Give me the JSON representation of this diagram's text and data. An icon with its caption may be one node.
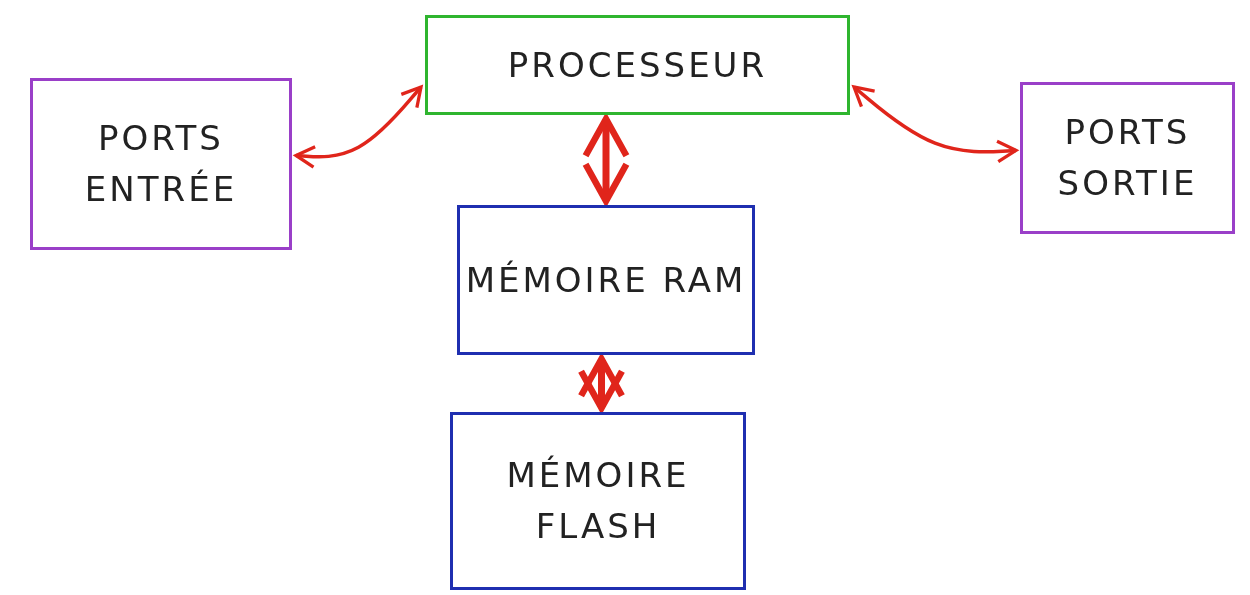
{
  "diagram": {
    "nodes": [
      {
        "text": [
          "PROCESSEUR"
        ]
      },
      {
        "text": [
          "PORTS ENTRÉE"
        ]
      },
      {
        "text": [
          "PORTS SORTIE"
        ]
      },
      {
        "text": [
          "MÉMOIRE RAM"
        ]
      },
      {
        "text": [
          "MÉMOIRE FLASH"
        ]
      }
    ],
    "edges": [
      {
        "from": 0,
        "to": 1,
        "arrow": "both"
      },
      {
        "from": 0,
        "to": 2,
        "arrow": "both"
      },
      {
        "from": 0,
        "to": 3,
        "arrow": "both",
        "style": "thick"
      },
      {
        "from": 3,
        "to": 4,
        "arrow": "both",
        "style": "thick"
      }
    ]
  }
}
